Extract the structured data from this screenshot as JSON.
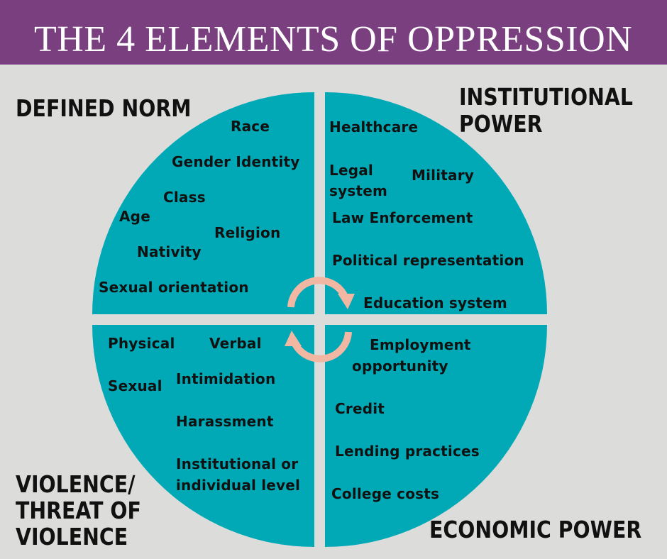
{
  "title": "THE 4 ELEMENTS OF OPPRESSION",
  "colors": {
    "banner": "#7a3f7f",
    "background": "#dcdcdb",
    "circle": "#00a9b5",
    "arrows": "#f2b7a2",
    "text": "#111111"
  },
  "quadrants": {
    "defined_norm": {
      "label": "DEFINED NORM",
      "items": [
        "Race",
        "Gender Identity",
        "Class",
        "Age",
        "Religion",
        "Nativity",
        "Sexual orientation"
      ]
    },
    "institutional_power": {
      "label_line1": "INSTITUTIONAL",
      "label_line2": "POWER",
      "items": [
        "Healthcare",
        "Legal",
        "system",
        "Military",
        "Law Enforcement",
        "Political representation",
        "Education system"
      ]
    },
    "violence": {
      "label_line1": "VIOLENCE/",
      "label_line2": "THREAT OF",
      "label_line3": "VIOLENCE",
      "items": [
        "Physical",
        "Verbal",
        "Sexual",
        "Intimidation",
        "Harassment",
        "Institutional or",
        "individual level"
      ]
    },
    "economic_power": {
      "label": "ECONOMIC POWER",
      "items": [
        "Employment",
        "opportunity",
        "Credit",
        "Lending practices",
        "College costs"
      ]
    }
  },
  "cycle_arrows": [
    "arrow-clockwise",
    "arrow-clockwise"
  ]
}
